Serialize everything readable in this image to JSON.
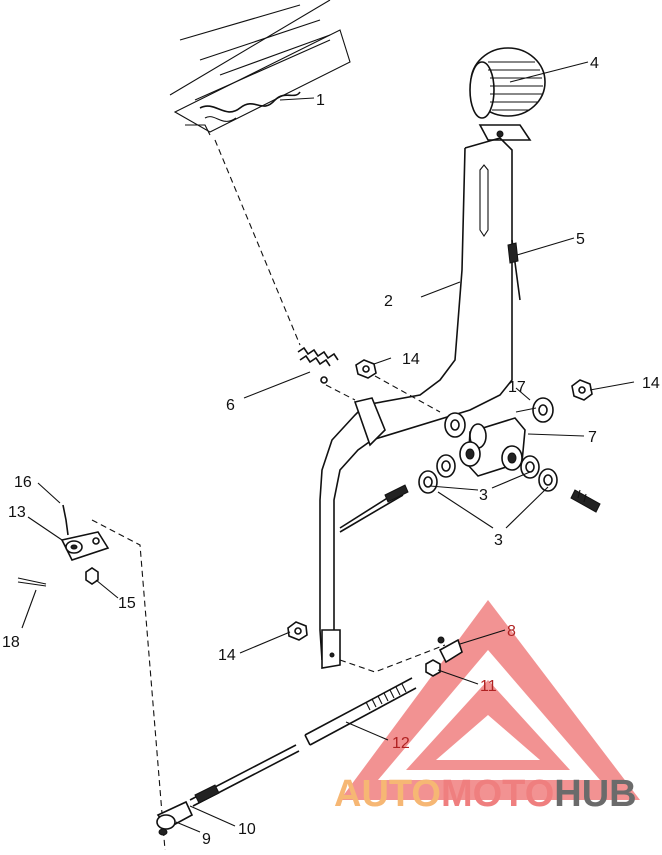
{
  "diagram": {
    "callouts": [
      {
        "id": "c1",
        "text": "1"
      },
      {
        "id": "c2",
        "text": "2"
      },
      {
        "id": "c3a",
        "text": "3"
      },
      {
        "id": "c3b",
        "text": "3"
      },
      {
        "id": "c4",
        "text": "4"
      },
      {
        "id": "c5",
        "text": "5"
      },
      {
        "id": "c6",
        "text": "6"
      },
      {
        "id": "c7",
        "text": "7"
      },
      {
        "id": "c8",
        "text": "8"
      },
      {
        "id": "c9",
        "text": "9"
      },
      {
        "id": "c10",
        "text": "10"
      },
      {
        "id": "c11",
        "text": "11"
      },
      {
        "id": "c12",
        "text": "12"
      },
      {
        "id": "c13",
        "text": "13"
      },
      {
        "id": "c14a",
        "text": "14"
      },
      {
        "id": "c14b",
        "text": "14"
      },
      {
        "id": "c14c",
        "text": "14"
      },
      {
        "id": "c15",
        "text": "15"
      },
      {
        "id": "c16",
        "text": "16"
      },
      {
        "id": "c17",
        "text": "17"
      },
      {
        "id": "c18",
        "text": "18"
      }
    ]
  },
  "watermark": {
    "part1": "AUTO",
    "part2": "MOTO",
    "part3": "HUB",
    "colors": {
      "auto": "#f6b774",
      "moto": "#ef7f7f",
      "hub": "#6b6b6b",
      "triangle": "#f08080"
    }
  }
}
